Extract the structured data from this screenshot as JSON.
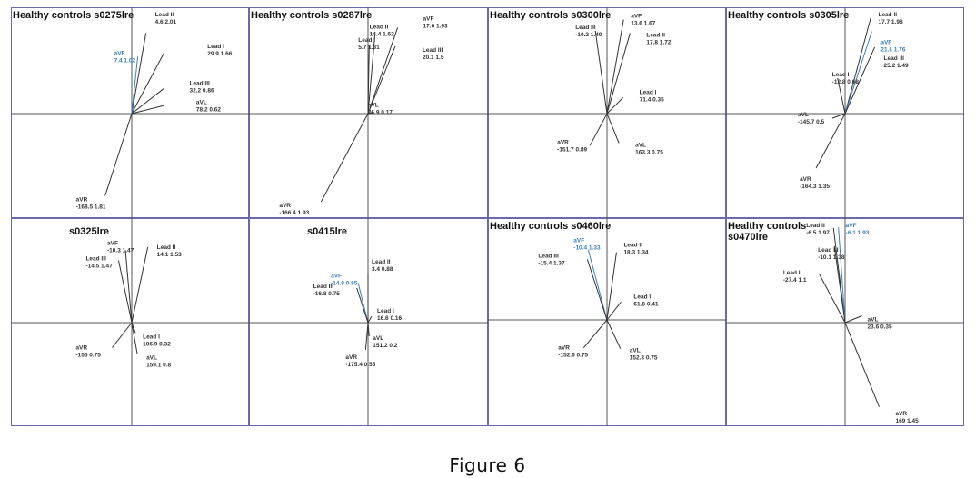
{
  "caption": "Figure 6",
  "colors": {
    "highlight": "#3a7fc0",
    "line": "#333333",
    "axis": "#555555",
    "border": "#6a6aa8"
  },
  "panels": [
    {
      "title_lines": [
        "Healthy controls  s0275lre"
      ],
      "leads": [
        {
          "name": "Lead II",
          "v1": "4.6",
          "v2": "2.01",
          "angle": 80,
          "len": 90,
          "hl": false
        },
        {
          "name": "Lead I",
          "v1": "29.9",
          "v2": "1.66",
          "angle": 62,
          "len": 75,
          "hl": false
        },
        {
          "name": "aVF",
          "v1": "7.4",
          "v2": "1.02",
          "angle": 84,
          "len": 63,
          "hl": true
        },
        {
          "name": "Lead III",
          "v1": "32.2",
          "v2": "0.86",
          "angle": 38,
          "len": 45,
          "hl": false
        },
        {
          "name": "aVL",
          "v1": "78.2",
          "v2": "0.62",
          "angle": 14,
          "len": 36,
          "hl": false
        },
        {
          "name": "aVR",
          "v1": "-168.5",
          "v2": "1.81",
          "angle": -108,
          "len": 95,
          "hl": false
        }
      ]
    },
    {
      "title_lines": [
        "Healthy controls  s0287lre"
      ],
      "leads": [
        {
          "name": "aVF",
          "v1": "17.6",
          "v2": "1.93",
          "angle": 71,
          "len": 100,
          "hl": false
        },
        {
          "name": "Lead II",
          "v1": "14.4",
          "v2": "1.62",
          "angle": 85,
          "len": 88,
          "hl": false
        },
        {
          "name": "Lead I",
          "v1": "5.7",
          "v2": "1.31",
          "angle": 89,
          "len": 75,
          "hl": false
        },
        {
          "name": "Lead III",
          "v1": "20.1",
          "v2": "1.5",
          "angle": 68,
          "len": 80,
          "hl": false
        },
        {
          "name": "aVL",
          "v1": "26.9",
          "v2": "0.17",
          "angle": 14,
          "len": 6,
          "hl": false
        },
        {
          "name": "aVR",
          "v1": "-166.4",
          "v2": "1.93",
          "angle": -118,
          "len": 110,
          "hl": false
        }
      ]
    },
    {
      "title_lines": [
        "Healthy controls  s0300lre"
      ],
      "leads": [
        {
          "name": "aVF",
          "v1": "13.6",
          "v2": "1.67",
          "angle": 80,
          "len": 105,
          "hl": false
        },
        {
          "name": "Lead III",
          "v1": "-10.2",
          "v2": "1.49",
          "angle": 98,
          "len": 92,
          "hl": false
        },
        {
          "name": "Lead II",
          "v1": "17.8",
          "v2": "1.72",
          "angle": 74,
          "len": 92,
          "hl": false
        },
        {
          "name": "Lead I",
          "v1": "71.4",
          "v2": "0.35",
          "angle": 45,
          "len": 25,
          "hl": false
        },
        {
          "name": "aVR",
          "v1": "-151.7",
          "v2": "0.89",
          "angle": -118,
          "len": 40,
          "hl": false
        },
        {
          "name": "aVL",
          "v1": "163.3",
          "v2": "0.75",
          "angle": -68,
          "len": 35,
          "hl": false
        }
      ]
    },
    {
      "title_lines": [
        "Healthy controls  s0305lre"
      ],
      "leads": [
        {
          "name": "Lead II",
          "v1": "17.7",
          "v2": "1.98",
          "angle": 75,
          "len": 110,
          "hl": false
        },
        {
          "name": "aVF",
          "v1": "21.1",
          "v2": "1.76",
          "angle": 72,
          "len": 95,
          "hl": true
        },
        {
          "name": "Lead III",
          "v1": "25.2",
          "v2": "1.49",
          "angle": 66,
          "len": 80,
          "hl": false
        },
        {
          "name": "Lead I",
          "v1": "-12.8",
          "v2": "0.68",
          "angle": 102,
          "len": 40,
          "hl": false
        },
        {
          "name": "aVL",
          "v1": "-145.7",
          "v2": "0.5",
          "angle": -160,
          "len": 15,
          "hl": false
        },
        {
          "name": "aVR",
          "v1": "-164.3",
          "v2": "1.35",
          "angle": -118,
          "len": 68,
          "hl": false
        }
      ]
    },
    {
      "title_lines": [
        "s0325lre"
      ],
      "leads": [
        {
          "name": "aVF",
          "v1": "-10.3",
          "v2": "1.47",
          "angle": 95,
          "len": 80,
          "hl": false
        },
        {
          "name": "Lead III",
          "v1": "-14.5",
          "v2": "1.47",
          "angle": 102,
          "len": 70,
          "hl": false
        },
        {
          "name": "Lead II",
          "v1": "14.1",
          "v2": "1.53",
          "angle": 78,
          "len": 85,
          "hl": false
        },
        {
          "name": "Lead I",
          "v1": "106.9",
          "v2": "0.32",
          "angle": -70,
          "len": 12,
          "hl": false
        },
        {
          "name": "aVR",
          "v1": "-155",
          "v2": "0.75",
          "angle": -128,
          "len": 35,
          "hl": false
        },
        {
          "name": "aVL",
          "v1": "159.1",
          "v2": "0.8",
          "angle": -80,
          "len": 35,
          "hl": false
        }
      ]
    },
    {
      "title_lines": [
        "s0415lre"
      ],
      "leads": [
        {
          "name": "Lead II",
          "v1": "3.4",
          "v2": "0.88",
          "angle": 90,
          "len": 55,
          "hl": false
        },
        {
          "name": "aVF",
          "v1": "-14.8",
          "v2": "0.85",
          "angle": 104,
          "len": 45,
          "hl": true
        },
        {
          "name": "Lead III",
          "v1": "-16.8",
          "v2": "0.75",
          "angle": 108,
          "len": 40,
          "hl": false
        },
        {
          "name": "Lead I",
          "v1": "16.6",
          "v2": "0.16",
          "angle": 60,
          "len": 8,
          "hl": false
        },
        {
          "name": "aVL",
          "v1": "151.2",
          "v2": "0.2",
          "angle": -85,
          "len": 15,
          "hl": false
        },
        {
          "name": "aVR",
          "v1": "-175.4",
          "v2": "0.55",
          "angle": -95,
          "len": 30,
          "hl": false
        }
      ]
    },
    {
      "title_lines": [
        "Healthy controls  s0460lre"
      ],
      "leads": [
        {
          "name": "aVF",
          "v1": "-10.4",
          "v2": "1.33",
          "angle": 105,
          "len": 80,
          "hl": true
        },
        {
          "name": "Lead III",
          "v1": "-15.4",
          "v2": "1.37",
          "angle": 108,
          "len": 70,
          "hl": false
        },
        {
          "name": "Lead II",
          "v1": "18.3",
          "v2": "1.34",
          "angle": 82,
          "len": 75,
          "hl": false
        },
        {
          "name": "Lead I",
          "v1": "61.8",
          "v2": "0.41",
          "angle": 52,
          "len": 25,
          "hl": false
        },
        {
          "name": "aVR",
          "v1": "-152.6",
          "v2": "0.75",
          "angle": -130,
          "len": 40,
          "hl": false
        },
        {
          "name": "aVL",
          "v1": "152.3",
          "v2": "0.75",
          "angle": -65,
          "len": 35,
          "hl": false
        }
      ]
    },
    {
      "title_lines": [
        "Healthy controls",
        "s0470lre"
      ],
      "leads": [
        {
          "name": "Lead II",
          "v1": "-6.5",
          "v2": "1.97",
          "angle": 97,
          "len": 105,
          "hl": false
        },
        {
          "name": "aVF",
          "v1": "-6.1",
          "v2": "1.93",
          "angle": 94,
          "len": 105,
          "hl": true
        },
        {
          "name": "Lead III",
          "v1": "-10.1",
          "v2": "1.38",
          "angle": 98,
          "len": 85,
          "hl": false
        },
        {
          "name": "Lead I",
          "v1": "-27.4",
          "v2": "1.1",
          "angle": 118,
          "len": 60,
          "hl": false
        },
        {
          "name": "aVL",
          "v1": "23.6",
          "v2": "0.35",
          "angle": 22,
          "len": 20,
          "hl": false
        },
        {
          "name": "aVR",
          "v1": "169",
          "v2": "1.45",
          "angle": -68,
          "len": 100,
          "hl": false
        }
      ]
    }
  ]
}
